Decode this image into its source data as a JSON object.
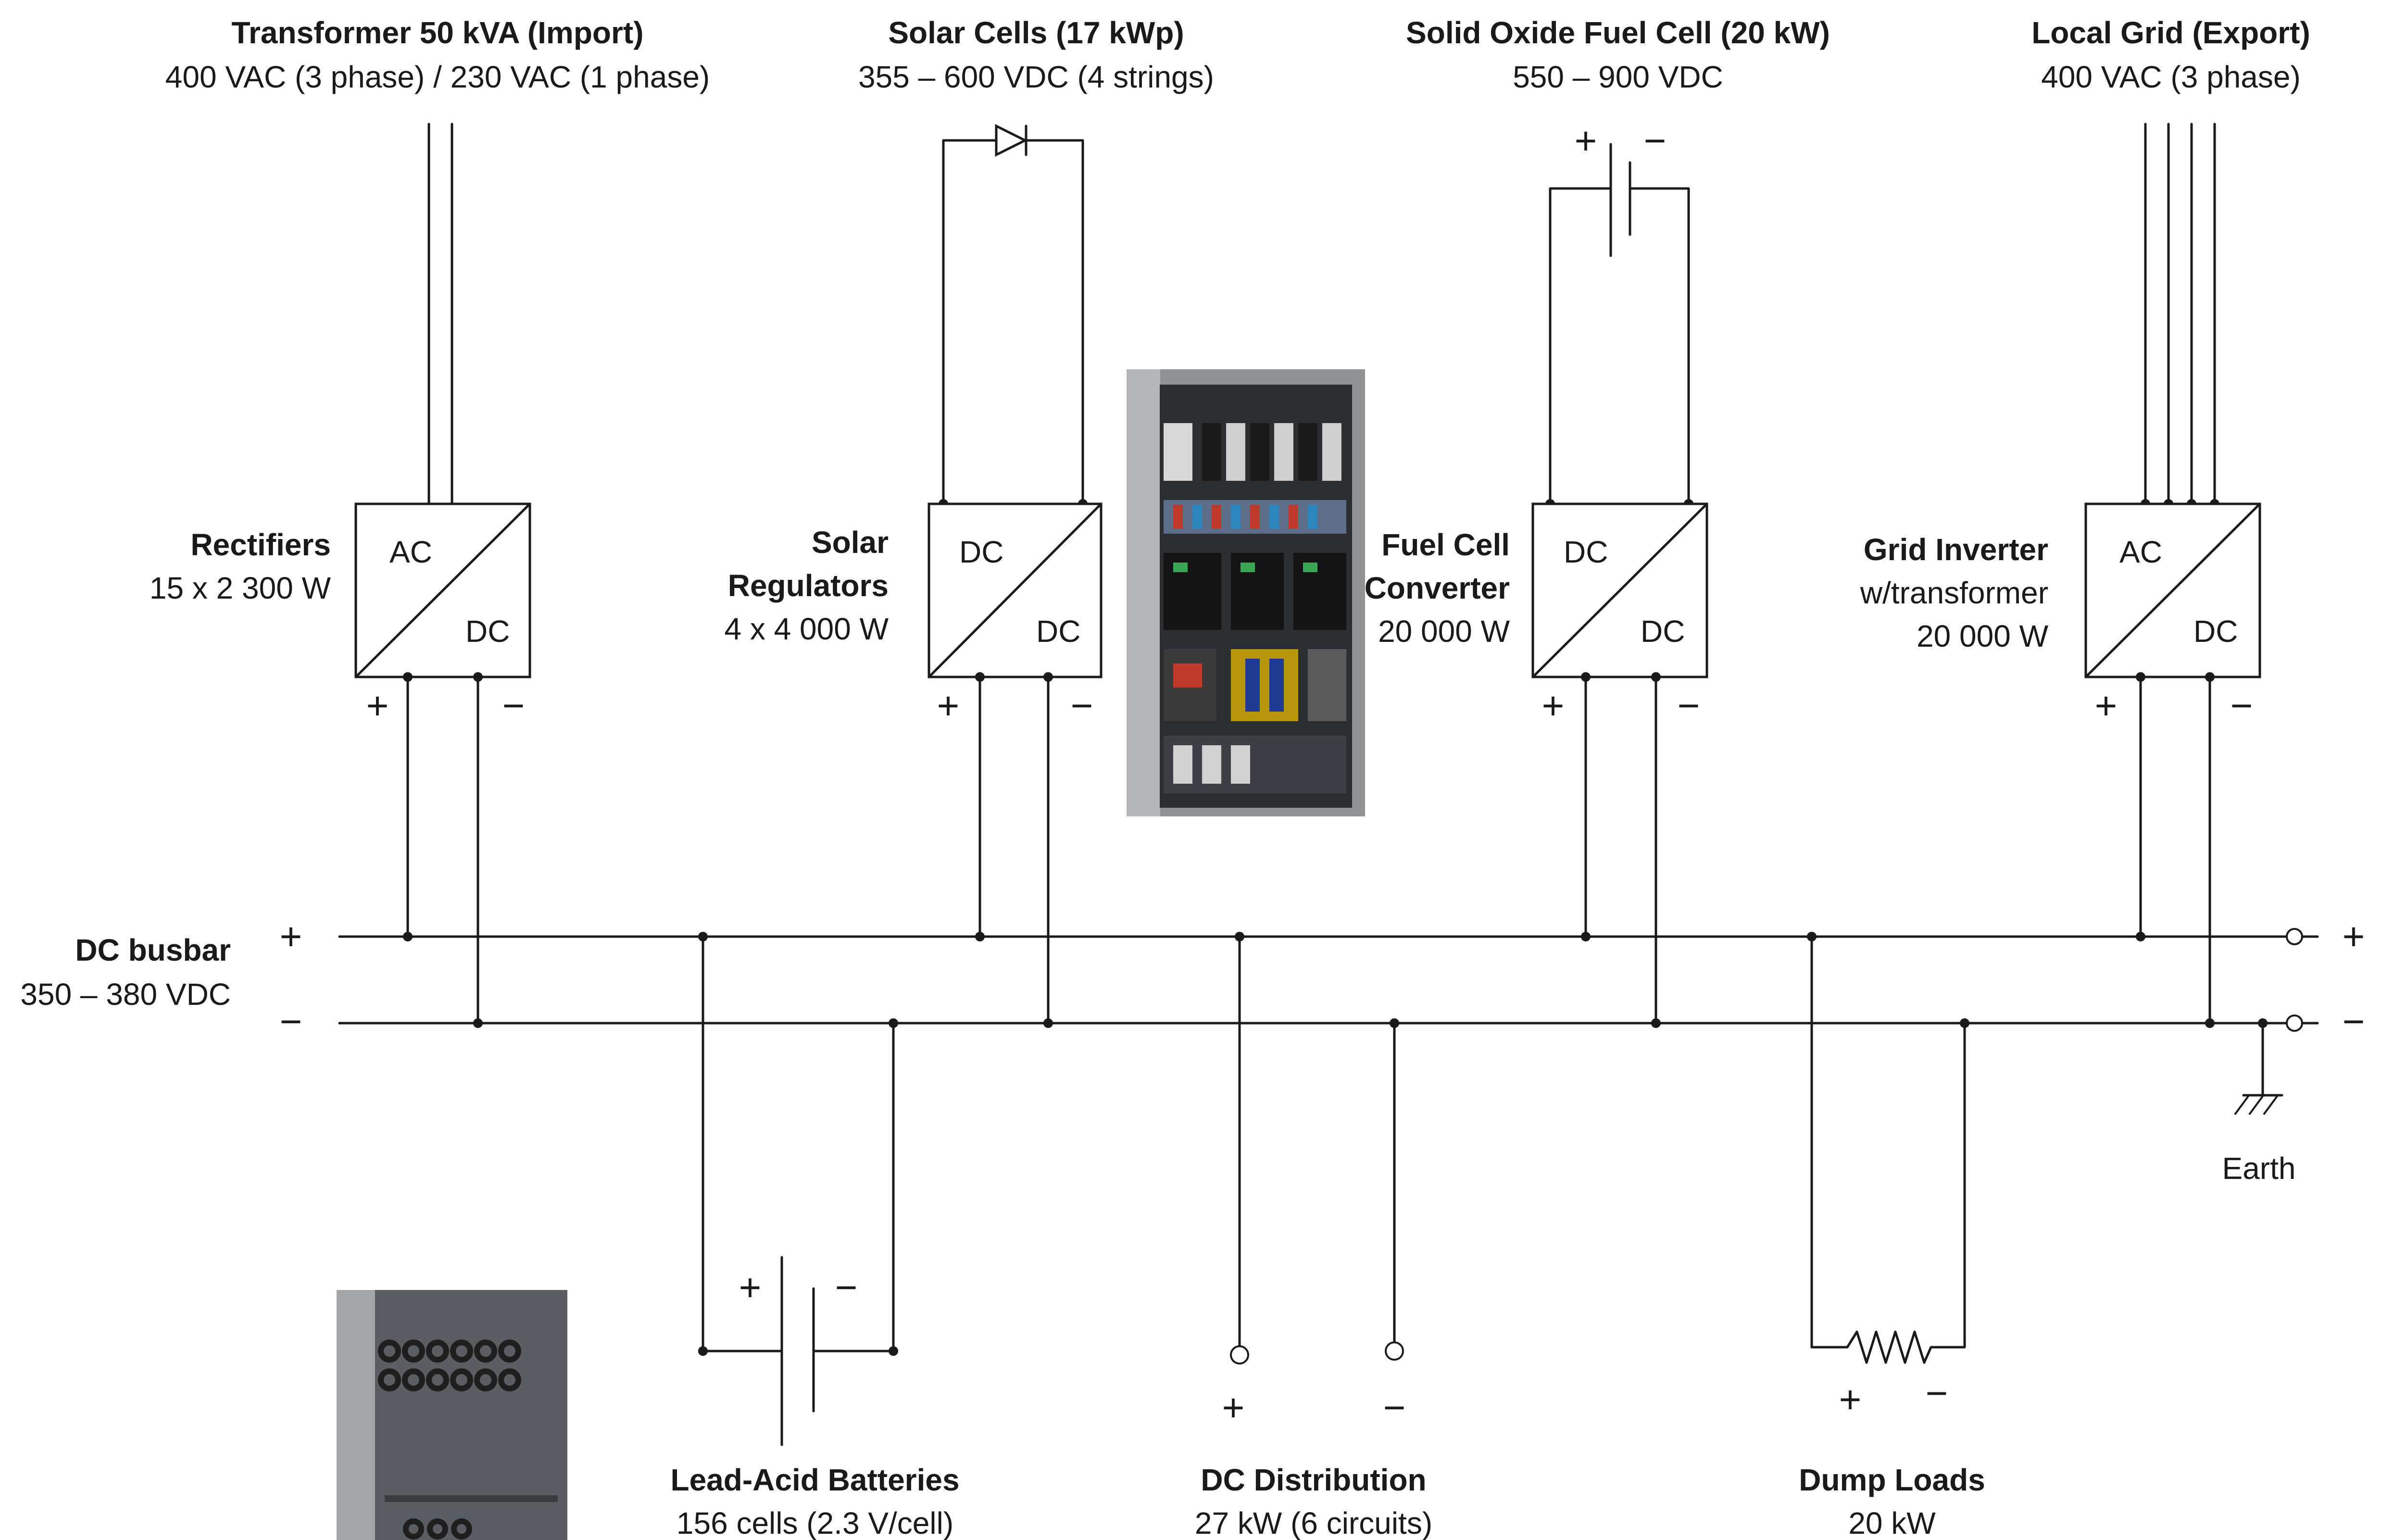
{
  "sources": {
    "transformer": {
      "title": "Transformer 50 kVA (Import)",
      "subtitle": "400 VAC (3 phase) / 230 VAC (1 phase)"
    },
    "solar": {
      "title": "Solar Cells (17 kWp)",
      "subtitle": "355 – 600 VDC (4 strings)"
    },
    "fuelcell": {
      "title": "Solid Oxide Fuel Cell (20 kW)",
      "subtitle": "550 – 900 VDC"
    },
    "grid": {
      "title": "Local Grid (Export)",
      "subtitle": "400 VAC (3 phase)"
    }
  },
  "converters": {
    "rectifiers": {
      "name": "Rectifiers",
      "rating": "15 x 2 300 W",
      "in": "AC",
      "out": "DC"
    },
    "solar_regulators": {
      "name_line1": "Solar",
      "name_line2": "Regulators",
      "rating": "4 x 4 000 W",
      "in": "DC",
      "out": "DC"
    },
    "fuelcell_converter": {
      "name_line1": "Fuel Cell",
      "name_line2": "Converter",
      "rating": "20 000 W",
      "in": "DC",
      "out": "DC"
    },
    "grid_inverter": {
      "name": "Grid Inverter",
      "note": "w/transformer",
      "rating": "20 000 W",
      "in": "AC",
      "out": "DC"
    }
  },
  "busbar": {
    "name": "DC busbar",
    "voltage": "350 – 380 VDC"
  },
  "loads": {
    "batteries": {
      "name": "Lead-Acid Batteries",
      "detail": "156 cells (2.3 V/cell)"
    },
    "distribution": {
      "name": "DC Distribution",
      "detail": "27 kW (6 circuits)"
    },
    "dump": {
      "name": "Dump Loads",
      "detail": "20 kW"
    }
  },
  "earth": {
    "label": "Earth"
  },
  "signs": {
    "plus": "+",
    "minus": "−"
  },
  "colors": {
    "line": "#1a1a1a",
    "cabinet_dark": "#2b2d31",
    "cabinet_frame": "#9a9c9f"
  }
}
